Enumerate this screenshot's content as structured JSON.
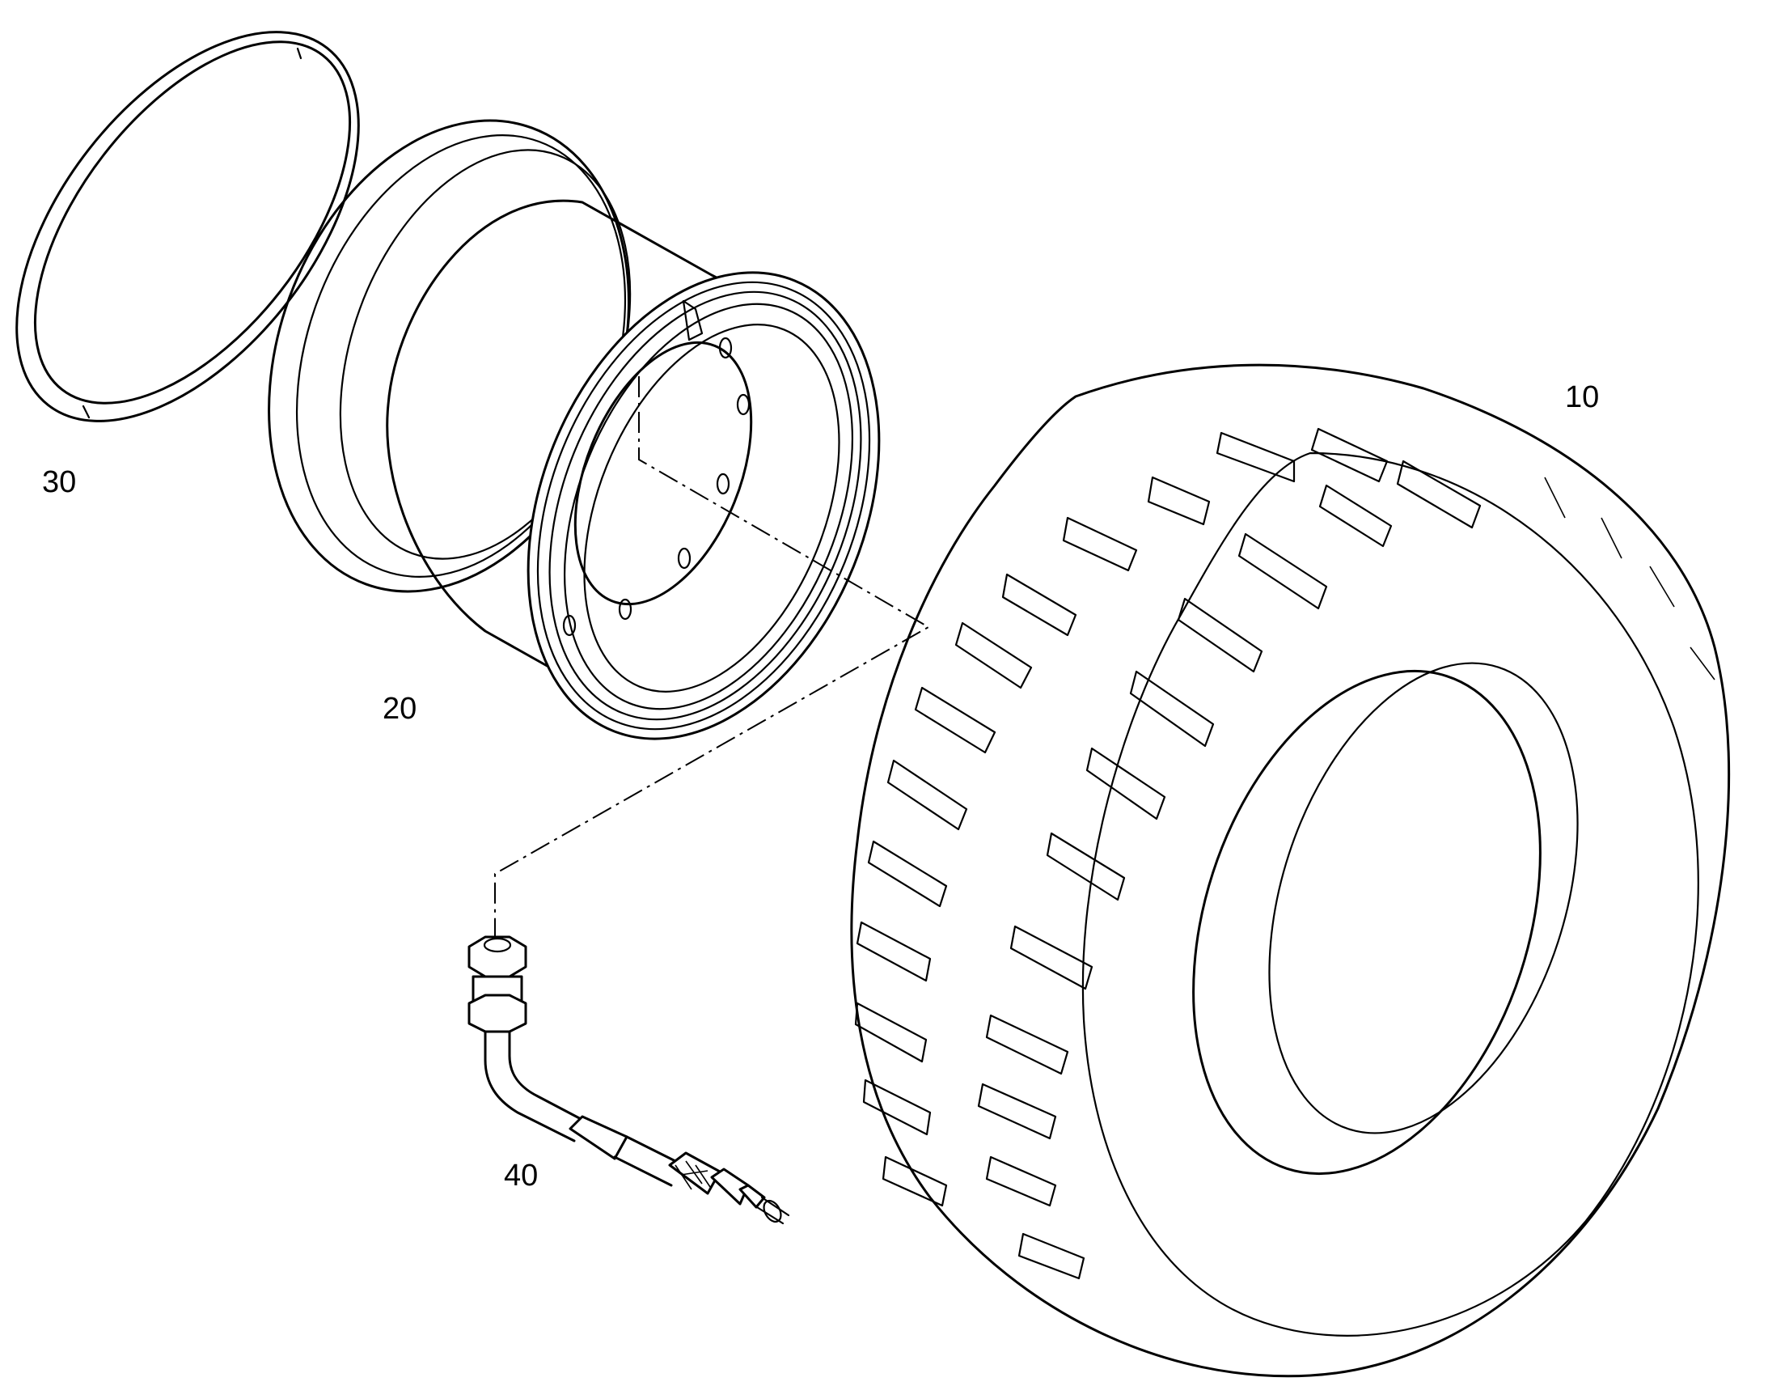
{
  "parts": [
    {
      "id": "tire",
      "label": "10"
    },
    {
      "id": "wheel-rim",
      "label": "20"
    },
    {
      "id": "lock-ring",
      "label": "30"
    },
    {
      "id": "valve-extension",
      "label": "40"
    }
  ],
  "colors": {
    "line": "#000000",
    "background": "#ffffff"
  }
}
